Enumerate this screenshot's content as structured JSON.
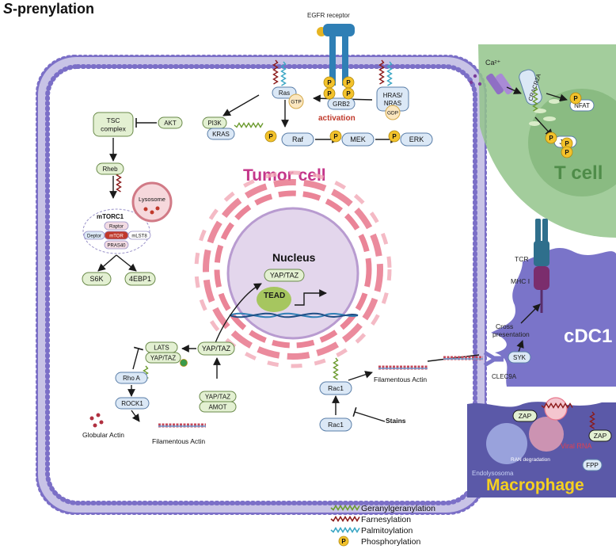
{
  "figure": {
    "title_prefix": "S",
    "title_suffix": "-prenylation"
  },
  "labels": {
    "egfr": "EGFR receptor",
    "activation": "activation",
    "tumor_cell": "Tumor cell",
    "nucleus": "Nucleus",
    "t_cell": "T cell",
    "cdc1": "cDC1",
    "macrophage": "Macrophage",
    "lysosome": "Lysosome",
    "mtorc1": "mTORC1",
    "cross_presentation_1": "Cross",
    "cross_presentation_2": "presentation",
    "viral_rna": "Viral RNA",
    "rna_degradation": "RAN degradation",
    "endolysosome": "Endolysosoma",
    "globular_actin": "Globular Actin",
    "filamentous_actin_left": "Filamentous Actin",
    "filamentous_actin_right": "Filamentous Actin",
    "stains": "Stains",
    "ca": "Ca²⁺",
    "tcr": "TCR",
    "mhc": "MHC I",
    "clec9a": "CLEC9A"
  },
  "nodes": {
    "ras": "Ras",
    "gtp": "GTP",
    "grb2": "GRB2",
    "hras_1": "HRAS/",
    "hras_2": "NRAS",
    "gdp": "GDP",
    "pi3k": "PI3K",
    "kras": "KRAS",
    "akt": "AKT",
    "tsc_1": "TSC",
    "tsc_2": "complex",
    "rheb": "Rheb",
    "raf": "Raf",
    "mek": "MEK",
    "erk": "ERK",
    "raptor": "Raptor",
    "deptor": "Deptor",
    "mtor": "mTOR",
    "mlst8": "mLST8",
    "pras40": "PRAS40",
    "s6k": "S6K",
    "ebp1": "4EBP1",
    "yap_nuc": "YAP/TAZ",
    "tead": "TEAD",
    "lats": "LATS",
    "yap_lats": "YAP/TAZ",
    "yap_cyto": "YAP/TAZ",
    "rhoa": "Rho A",
    "rock1": "ROCK1",
    "yap_amot": "YAP/TAZ",
    "amot": "AMOT",
    "rac1_top": "Rac1",
    "rac1_bottom": "Rac1",
    "cracr2a": "CRACR2A",
    "nfat": "NFAT",
    "jnk": "JNK",
    "syk": "SYK",
    "zap_left": "ZAP",
    "zap_right": "ZAP",
    "fpp": "FPP",
    "p": "P"
  },
  "legend": [
    {
      "label": "Geranylgeranylation",
      "kind": "zigzag",
      "color": "#6b9a2e"
    },
    {
      "label": "Farnesylation",
      "kind": "zigzag",
      "color": "#8b1a1a"
    },
    {
      "label": "Palmitoylation",
      "kind": "zigzag",
      "color": "#3aa6c4"
    },
    {
      "label": "Phosphorylation",
      "kind": "circle",
      "color": "#f3c22b"
    }
  ],
  "colors": {
    "membrane": "#7b6fc7",
    "tumor_title": "#c4368a",
    "activation": "#c0392b",
    "node_fill": "#e3f0d2",
    "node_stroke": "#6a8a4a",
    "blue_fill": "#dbe8f6",
    "blue_stroke": "#5a7ea8",
    "tcell": "#93c48b",
    "cdc1": "#7a74c9",
    "macrophage": "#5b59a8",
    "phospho": "#f3c22b",
    "er": "#e8778c"
  }
}
